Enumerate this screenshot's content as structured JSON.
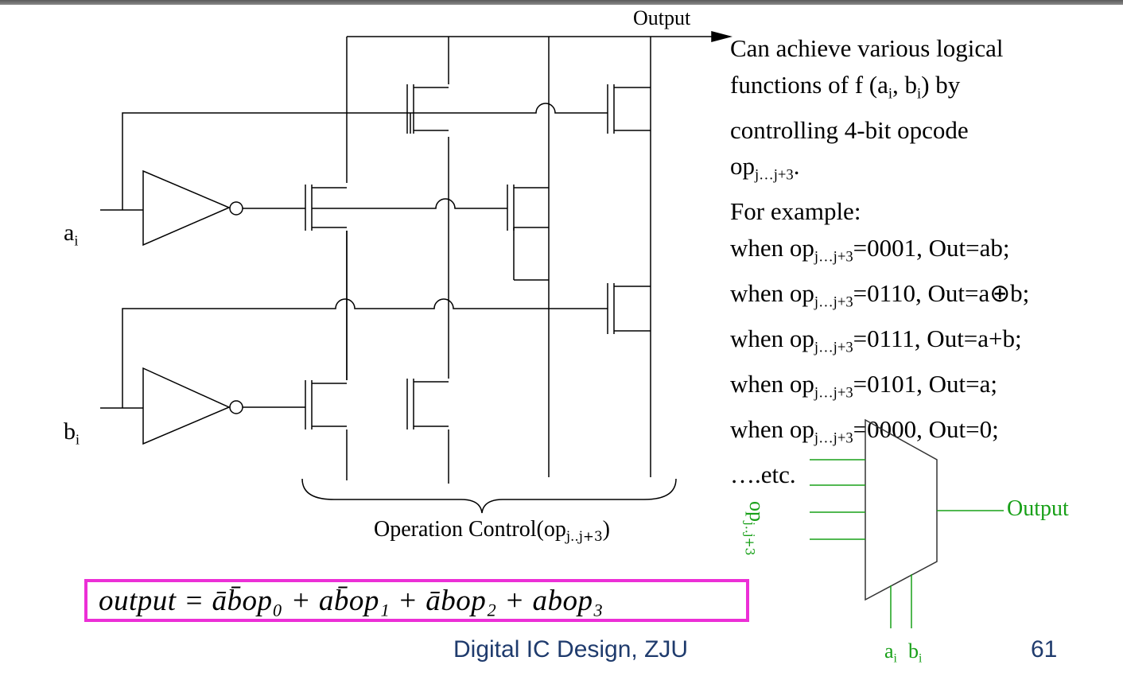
{
  "schematic": {
    "output_label": "Output",
    "input_a": {
      "base": "a",
      "sub": "i"
    },
    "input_b": {
      "base": "b",
      "sub": "i"
    },
    "control_label": {
      "prefix": "Operation Control(op",
      "sub": "j..j+3",
      "suffix": ")"
    }
  },
  "description": {
    "line1": "Can achieve various logical",
    "line2_pre": "functions of f (a",
    "line2_sub1": "i",
    "line2_mid": ", b",
    "line2_sub2": "i",
    "line2_post": ") by",
    "line3": "controlling 4-bit opcode",
    "line4_pre": "op",
    "line4_sub": "j…j+3",
    "line4_post": ".",
    "line5": "For example:",
    "examples": [
      {
        "pre": "when op",
        "sub": "j…j+3",
        "post": "=0001, Out=ab;"
      },
      {
        "pre": "when op",
        "sub": "j…j+3",
        "post": "=0110, Out=a⊕b;"
      },
      {
        "pre": "when op",
        "sub": "j…j+3",
        "post": "=0111, Out=a+b;"
      },
      {
        "pre": "when op",
        "sub": "j…j+3",
        "post": "=0101, Out=a;"
      },
      {
        "pre": "when op",
        "sub": "j…j+3",
        "post": "=0000, Out=0;"
      }
    ],
    "last": "….etc."
  },
  "block_symbol": {
    "control_label": "op",
    "control_sub": "j..j+3",
    "output_label": "Output",
    "input_a": {
      "base": "a",
      "sub": "i"
    },
    "input_b": {
      "base": "b",
      "sub": "i"
    },
    "color": "#18a018"
  },
  "formula": "output = āb̄op₀ + ab̄op₁ + ābop₂ + abop₃",
  "formula_border_color": "#ec2fd6",
  "footer": "Digital IC Design, ZJU",
  "page_number": "61"
}
